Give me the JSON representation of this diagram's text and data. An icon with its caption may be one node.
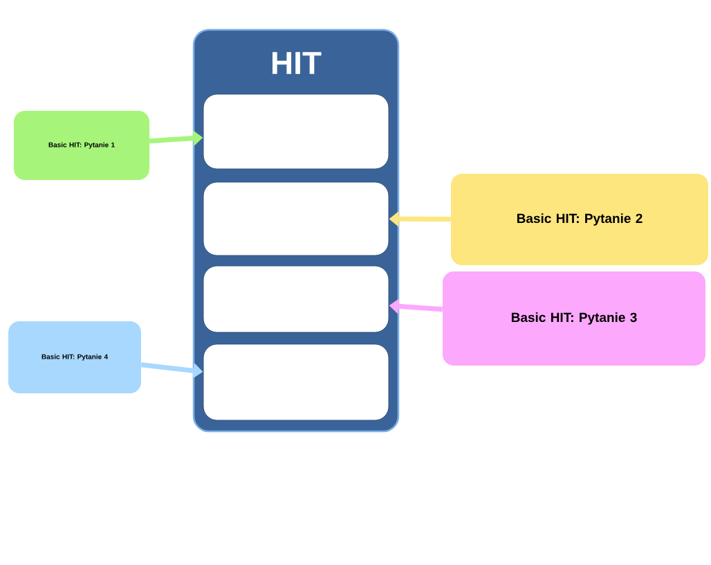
{
  "diagram": {
    "nodes": [
      {
        "text": [
          "HIT"
        ]
      },
      {
        "text": [],
        "shape": "box",
        "in": 0
      },
      {
        "text": [],
        "shape": "box",
        "in": 0
      },
      {
        "text": [],
        "shape": "box",
        "in": 0
      },
      {
        "text": [],
        "shape": "box",
        "in": 0
      },
      {
        "text": [
          "Basic HIT: Pytanie 1"
        ]
      },
      {
        "text": [
          "Basic HIT: Pytanie 2"
        ]
      },
      {
        "text": [
          "Basic HIT: Pytanie 3"
        ]
      },
      {
        "text": [
          "Basic HIT: Pytanie 4"
        ]
      }
    ],
    "edges": [
      {
        "from": 5,
        "to": 1,
        "arrow": "to",
        "color": "#a6f57a"
      },
      {
        "from": 6,
        "to": 2,
        "arrow": "to",
        "color": "#fde67e"
      },
      {
        "from": 7,
        "to": 3,
        "arrow": "to",
        "color": "#fca8fc"
      },
      {
        "from": 8,
        "to": 4,
        "arrow": "to",
        "color": "#a8d8fd"
      }
    ]
  }
}
